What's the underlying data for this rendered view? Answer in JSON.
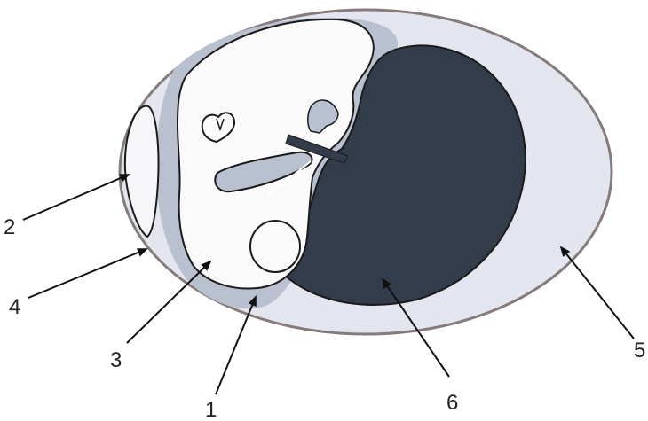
{
  "labels": {
    "l1": "1",
    "l2": "2",
    "l3": "3",
    "l4": "4",
    "l5": "5",
    "l6": "6"
  },
  "colors": {
    "shell": "#e3e6ee",
    "shell_stroke": "#857b7b",
    "membrane": "#b9c1d1",
    "embryo": "#fafafa",
    "yolk": "#333c4b",
    "outline": "#1a1a1a",
    "arrow": "#111111"
  }
}
